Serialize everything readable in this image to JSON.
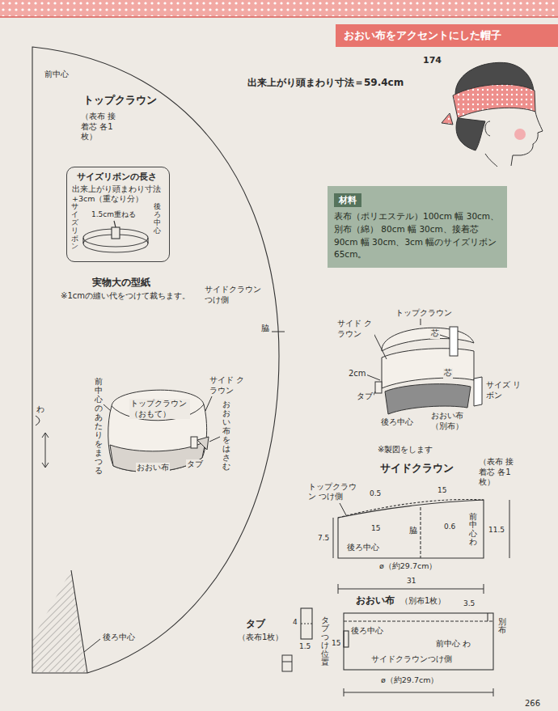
{
  "diagram": {
    "nodes": [
      {
        "text": [
          "おおい布をアクセントにした帽子"
        ]
      },
      {
        "text": [
          "トップクラウン",
          "（表布 接着芯 各1枚）"
        ]
      },
      {
        "text": [
          "サイズリボンの長さ",
          "出来上がり頭まわり寸法 +3cm（重なり分）",
          "1.5cm重ねる",
          "後ろ中心",
          "サイズリボン"
        ],
        "in": 1
      },
      {
        "text": [
          "材料",
          "表布（ポリエステル）100cm 幅 30cm、別布（綿） 80cm 幅 30cm、接着芯 90cm 幅 30cm、3cm 幅のサイズリボン 65cm。"
        ]
      },
      {
        "text": [
          "サイドクラウン",
          "（表布 接着芯 各1枚）"
        ]
      },
      {
        "text": [
          "おおい布",
          "（別布1枚）"
        ]
      },
      {
        "text": [
          "タブ",
          "（表布1枚）"
        ]
      }
    ],
    "labels": [
      "174",
      "出来上がり頭まわり寸法＝59.4cm",
      "前中心",
      "実物大の型紙",
      "※1cmの縫い代をつけて裁ちます。",
      "サイドクラウン つけ側",
      "脇",
      "わ",
      "後ろ中心",
      "前中心のあたりをまつる",
      "トップクラウン （おもて）",
      "サイド クラウン",
      "おおい布をはさむ",
      "タブ",
      "おおい布",
      "トップクラウン",
      "サイド クラウン",
      "芯",
      "2cm",
      "芯",
      "サイズ リボン",
      "タブ",
      "後ろ中心",
      "おおい布 （別布）",
      "※製図をします",
      "トップクラウン つけ側",
      "0.5",
      "15",
      "0.6",
      "15",
      "脇",
      "7.5",
      "11.5",
      "前中心わ",
      "後ろ中心",
      "ø（約29.7cm）",
      "31",
      "4",
      "1.5",
      "3.5",
      "別布",
      "後ろ中心",
      "前中心 わ",
      "タブつけ位置",
      "15",
      "サイドクラウンつけ側",
      "ø（約29.7cm）",
      "266"
    ]
  }
}
